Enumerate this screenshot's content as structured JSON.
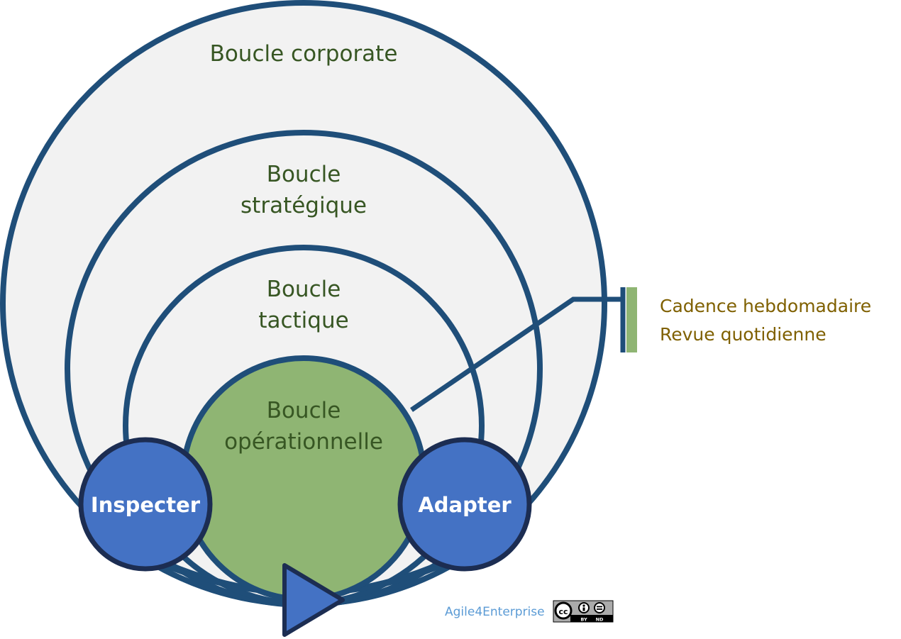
{
  "loops": {
    "corporate": "Boucle corporate",
    "strategic": [
      "Boucle",
      "stratégique"
    ],
    "tactical": [
      "Boucle",
      "tactique"
    ],
    "operational": [
      "Boucle",
      "opérationnelle"
    ]
  },
  "stages": {
    "inspect": "Inspecter",
    "adapt": "Adapter"
  },
  "cadence": {
    "line1": "Cadence hebdomadaire",
    "line2": "Revue quotidienne"
  },
  "credit": "Agile4Enterprise",
  "license": {
    "cc": "cc",
    "by": "BY",
    "nd": "ND"
  },
  "colors": {
    "ring": "#1f4e79",
    "ring_fill": "#f2f2f2",
    "operational_fill": "#8fb573",
    "stage_fill": "#4472c4",
    "stage_border": "#1c2d52",
    "loop_text": "#375623",
    "cadence_text": "#7f6000",
    "cadence_bar": "#8fb573",
    "credit_text": "#5b9bd5"
  }
}
